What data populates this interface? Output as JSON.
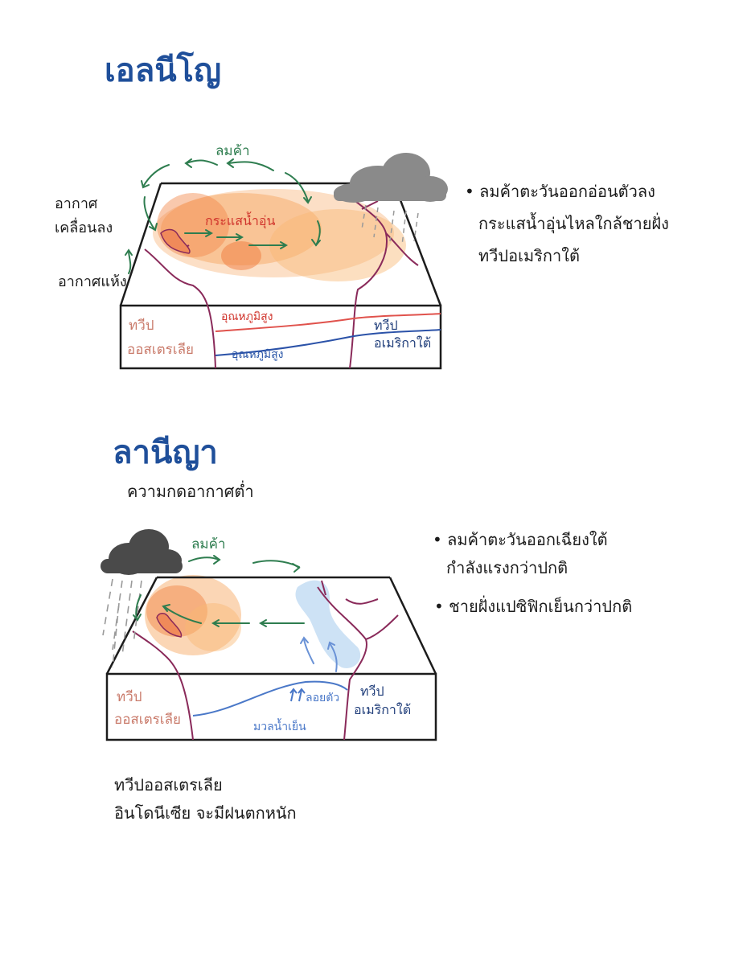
{
  "el_nino": {
    "title": "เอลนีโญ",
    "trade_wind_label": "ลมค้า",
    "sinking_air_label_1": "อากาศ",
    "sinking_air_label_2": "เคลื่อนลง",
    "dry_air_label": "อากาศแห้ง",
    "warm_current_label": "กระแสน้ำอุ่น",
    "australia_label_1": "ทวีป",
    "australia_label_2": "ออสเตรเลีย",
    "south_america_label_1": "ทวีป",
    "south_america_label_2": "อเมริกาใต้",
    "temp_high_label_red": "อุณหภูมิสูง",
    "temp_high_label_blue": "อุณหภูมิสูง",
    "notes": [
      "ลมค้าตะวันออกอ่อนตัวลง",
      "กระแสน้ำอุ่นไหลใกล้ชายฝั่ง",
      "ทวีปอเมริกาใต้"
    ]
  },
  "la_nina": {
    "title": "ลานีญา",
    "subtitle": "ความกดอากาศต่ำ",
    "trade_wind_label": "ลมค้า",
    "upwelling_label": "ลอยตัว",
    "cold_mass_label": "มวลน้ำเย็น",
    "australia_label_1": "ทวีป",
    "australia_label_2": "ออสเตรเลีย",
    "south_america_label_1": "ทวีป",
    "south_america_label_2": "อเมริกาใต้",
    "notes": [
      "ลมค้าตะวันออกเฉียงใต้",
      "กำลังแรงกว่าปกติ",
      "ชายฝั่งแปซิฟิกเย็นกว่าปกติ"
    ],
    "conclusion": [
      "ทวีปออสเตรเลีย",
      "อินโดนีเซีย จะมีฝนตกหนัก"
    ]
  },
  "colors": {
    "title_blue": "#1f4f9a",
    "arrow_green": "#2e7d4f",
    "warm_orange": "#f6a35c",
    "cloud_gray": "#8a8a8a",
    "coast_purple": "#8a2a5a",
    "cold_blue": "#bcd8f2"
  }
}
